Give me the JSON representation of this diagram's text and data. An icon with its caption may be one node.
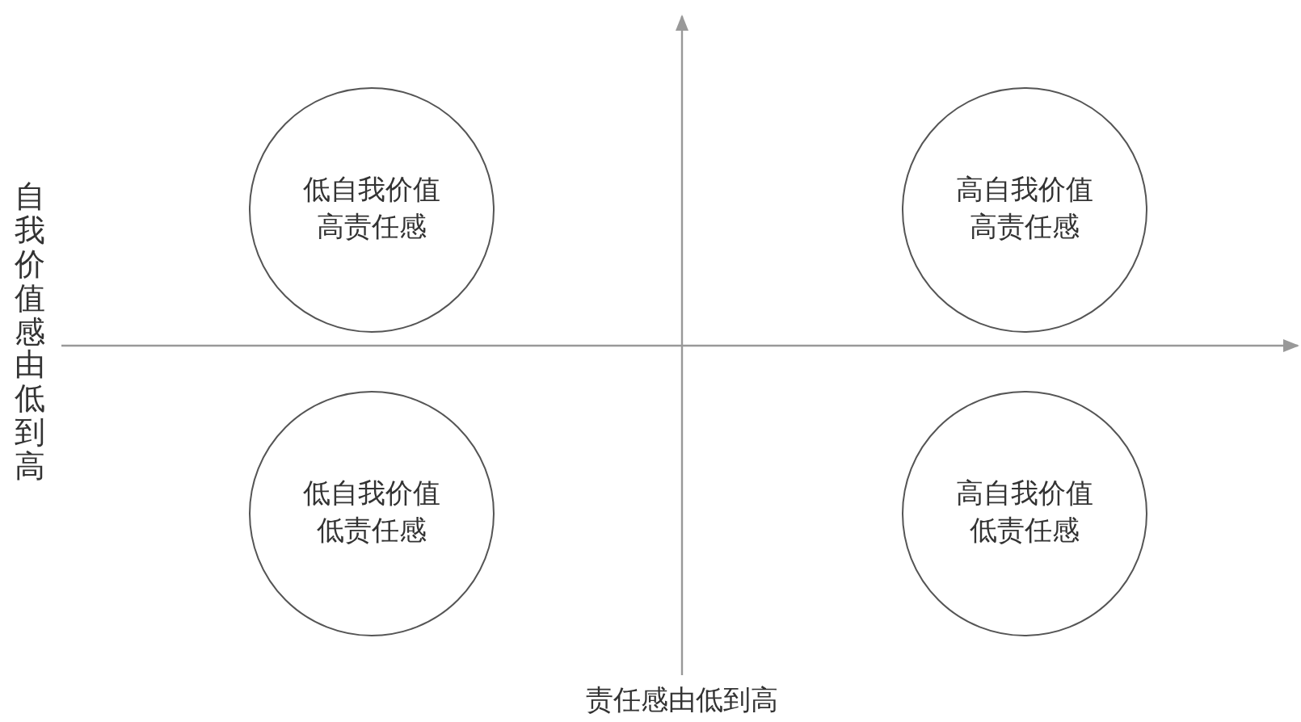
{
  "diagram": {
    "nodes": [
      {
        "text": [
          "低自我价值",
          "高责任感"
        ]
      },
      {
        "text": [
          "高自我价值",
          "高责任感"
        ]
      },
      {
        "text": [
          "低自我价值",
          "低责任感"
        ]
      },
      {
        "text": [
          "高自我价值",
          "低责任感"
        ]
      }
    ],
    "labels": [
      "自我价值感由低到高",
      "责任感由低到高"
    ]
  }
}
